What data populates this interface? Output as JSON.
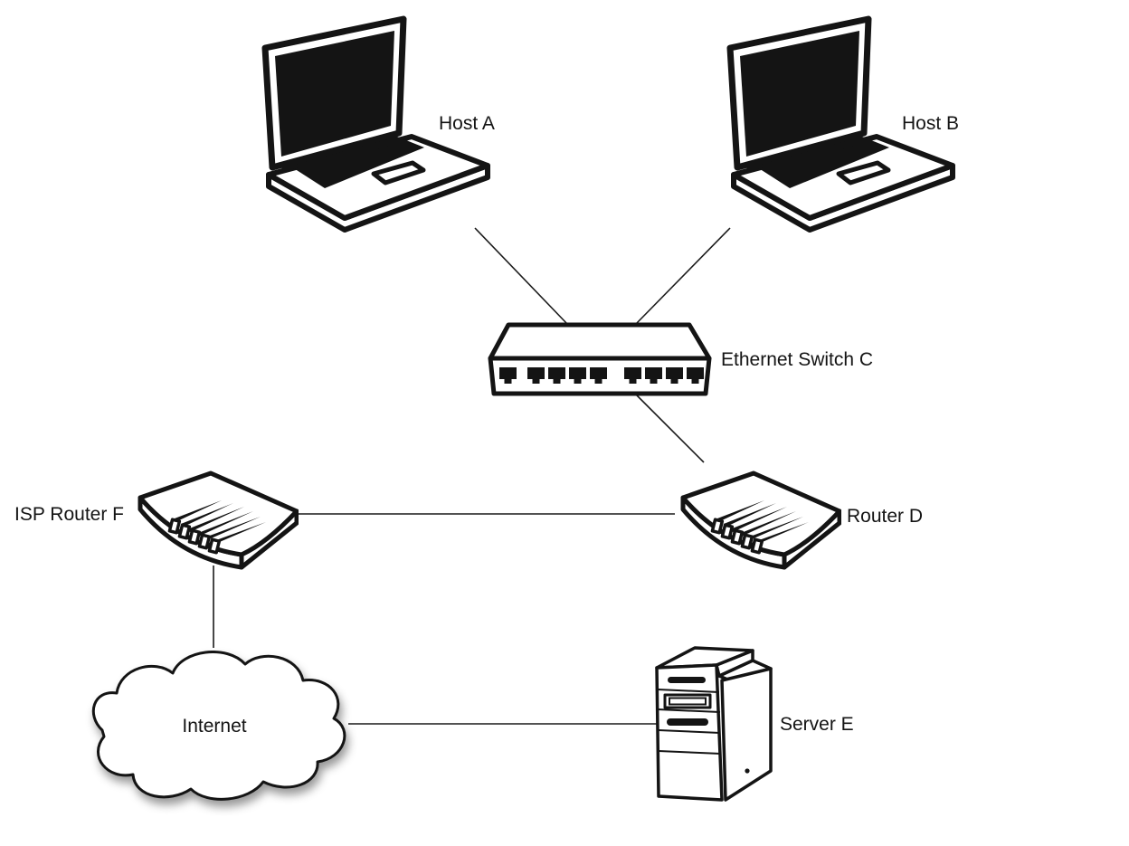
{
  "diagram": {
    "type": "network-topology",
    "background_color": "#ffffff",
    "stroke_color": "#141414",
    "text_color": "#141414",
    "nodes": [
      {
        "id": "host-a",
        "label": "Host A",
        "type": "laptop"
      },
      {
        "id": "host-b",
        "label": "Host B",
        "type": "laptop"
      },
      {
        "id": "switch-c",
        "label": "Ethernet Switch C",
        "type": "ethernet-switch",
        "visible_ports": 9
      },
      {
        "id": "router-d",
        "label": "Router D",
        "type": "router",
        "visible_ports": 5
      },
      {
        "id": "isp-router-f",
        "label": "ISP Router F",
        "type": "router",
        "visible_ports": 5
      },
      {
        "id": "internet",
        "label": "Internet",
        "type": "cloud"
      },
      {
        "id": "server-e",
        "label": "Server E",
        "type": "server-tower"
      }
    ],
    "edges": [
      {
        "from": "host-a",
        "to": "switch-c"
      },
      {
        "from": "host-b",
        "to": "switch-c"
      },
      {
        "from": "switch-c",
        "to": "router-d"
      },
      {
        "from": "router-d",
        "to": "isp-router-f"
      },
      {
        "from": "isp-router-f",
        "to": "internet"
      },
      {
        "from": "internet",
        "to": "server-e"
      }
    ]
  }
}
